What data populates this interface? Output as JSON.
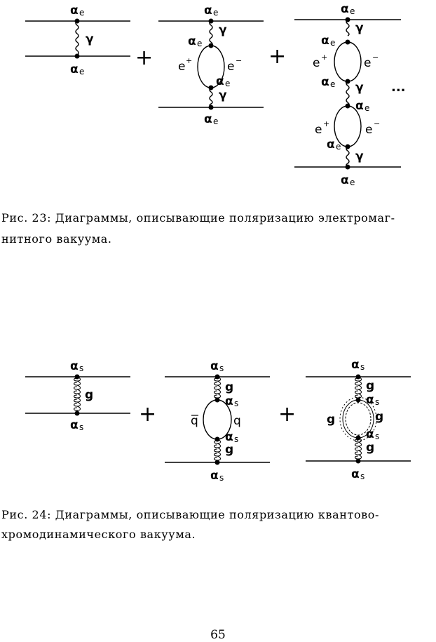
{
  "figure23": {
    "labels": {
      "alpha": "α",
      "e_sub": "e",
      "gamma": "γ",
      "plus": "+",
      "e": "e",
      "sup_plus": "+",
      "sup_minus": "−",
      "dots": "..."
    },
    "caption_line1": "Рис. 23: Диаграммы, описывающие поляризацию электромаг-",
    "caption_line2": "нитного вакуума."
  },
  "figure24": {
    "labels": {
      "alpha": "α",
      "s_sub": "s",
      "g": "g",
      "plus": "+",
      "q": "q",
      "qbar": "q"
    },
    "caption_line1": "Рис. 24: Диаграммы, описывающие поляризацию квантово-",
    "caption_line2": "хромодинамического вакуума."
  },
  "page_number": "65"
}
